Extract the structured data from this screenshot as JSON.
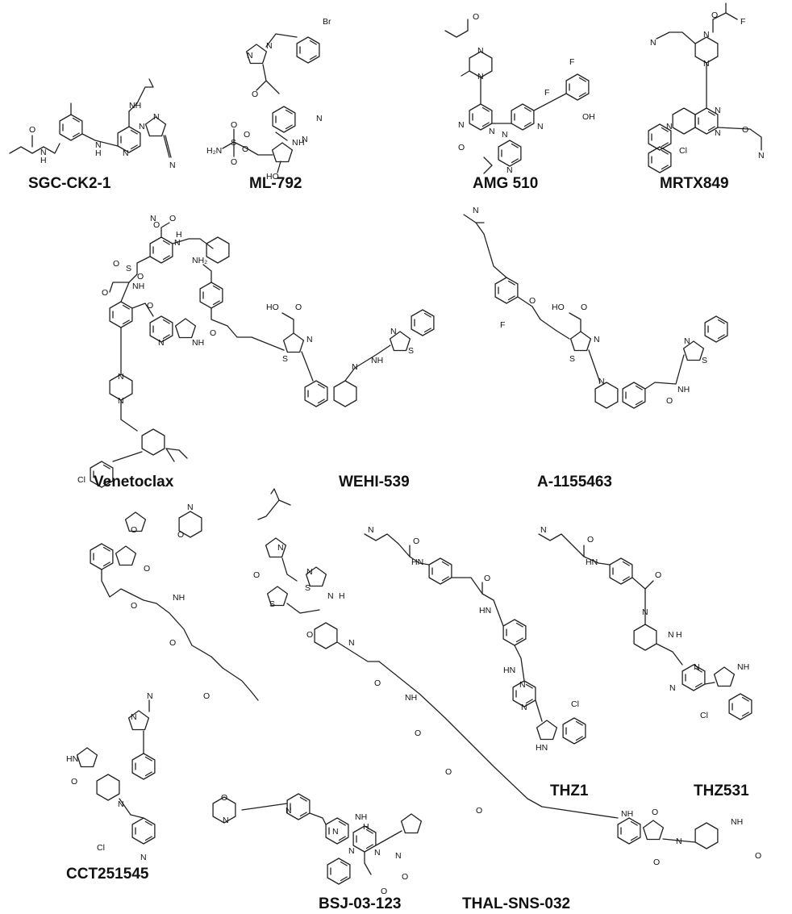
{
  "compounds": [
    {
      "id": "sgc",
      "name": "SGC-CK2-1",
      "atoms": [
        "NH",
        "O",
        "N",
        "H",
        "N",
        "H",
        "N",
        "N",
        "N",
        "N"
      ]
    },
    {
      "id": "ml",
      "name": "ML-792",
      "atoms": [
        "N",
        "N",
        "Br",
        "O",
        "N",
        "N",
        "N",
        "H",
        "O",
        "O",
        "S",
        "O",
        "H₂N",
        "O",
        "HO"
      ]
    },
    {
      "id": "amg",
      "name": "AMG 510",
      "atoms": [
        "O",
        "N",
        "N",
        "F",
        "F",
        "N",
        "N",
        "N",
        "O",
        "N",
        "OH",
        "N"
      ]
    },
    {
      "id": "mrtx",
      "name": "MRTX849",
      "atoms": [
        "O",
        "F",
        "N",
        "N",
        "N",
        "N",
        "N",
        "N",
        "O",
        "N",
        "Cl"
      ]
    },
    {
      "id": "ven",
      "name": "Venetoclax",
      "atoms": [
        "O",
        "N",
        "O",
        "N",
        "H",
        "O",
        "S",
        "O",
        "NH",
        "O",
        "O",
        "N",
        "NH",
        "N",
        "N",
        "Cl"
      ]
    },
    {
      "id": "wehi",
      "name": "WEHI-539",
      "atoms": [
        "NH₂",
        "O",
        "HO",
        "O",
        "N",
        "S",
        "N",
        "S",
        "N",
        "NH"
      ]
    },
    {
      "id": "a115",
      "name": "A-1155463",
      "atoms": [
        "N",
        "O",
        "F",
        "HO",
        "O",
        "N",
        "S",
        "N",
        "N",
        "S",
        "O",
        "NH"
      ]
    },
    {
      "id": "cct",
      "name": "CCT251545",
      "atoms": [
        "N",
        "N",
        "HN",
        "O",
        "N",
        "Cl",
        "N"
      ]
    },
    {
      "id": "bsj",
      "name": "BSJ-03-123",
      "atoms": [
        "O",
        "N",
        "O",
        "O",
        "NH",
        "O",
        "O",
        "O",
        "NH",
        "O",
        "N",
        "N",
        "N",
        "H",
        "N",
        "N",
        "N",
        "O",
        "O"
      ]
    },
    {
      "id": "thal",
      "name": "THAL-SNS-032",
      "atoms": [
        "N",
        "O",
        "S",
        "N",
        "S",
        "N",
        "H",
        "O",
        "N",
        "O",
        "NH",
        "O",
        "O",
        "O",
        "NH",
        "O",
        "N",
        "O",
        "NH",
        "O"
      ]
    },
    {
      "id": "thz1",
      "name": "THZ1",
      "atoms": [
        "N",
        "O",
        "HN",
        "O",
        "HN",
        "HN",
        "N",
        "N",
        "Cl",
        "HN"
      ]
    },
    {
      "id": "thz531",
      "name": "THZ531",
      "atoms": [
        "N",
        "O",
        "HN",
        "O",
        "N",
        "N",
        "H",
        "N",
        "N",
        "NH",
        "Cl"
      ]
    }
  ]
}
